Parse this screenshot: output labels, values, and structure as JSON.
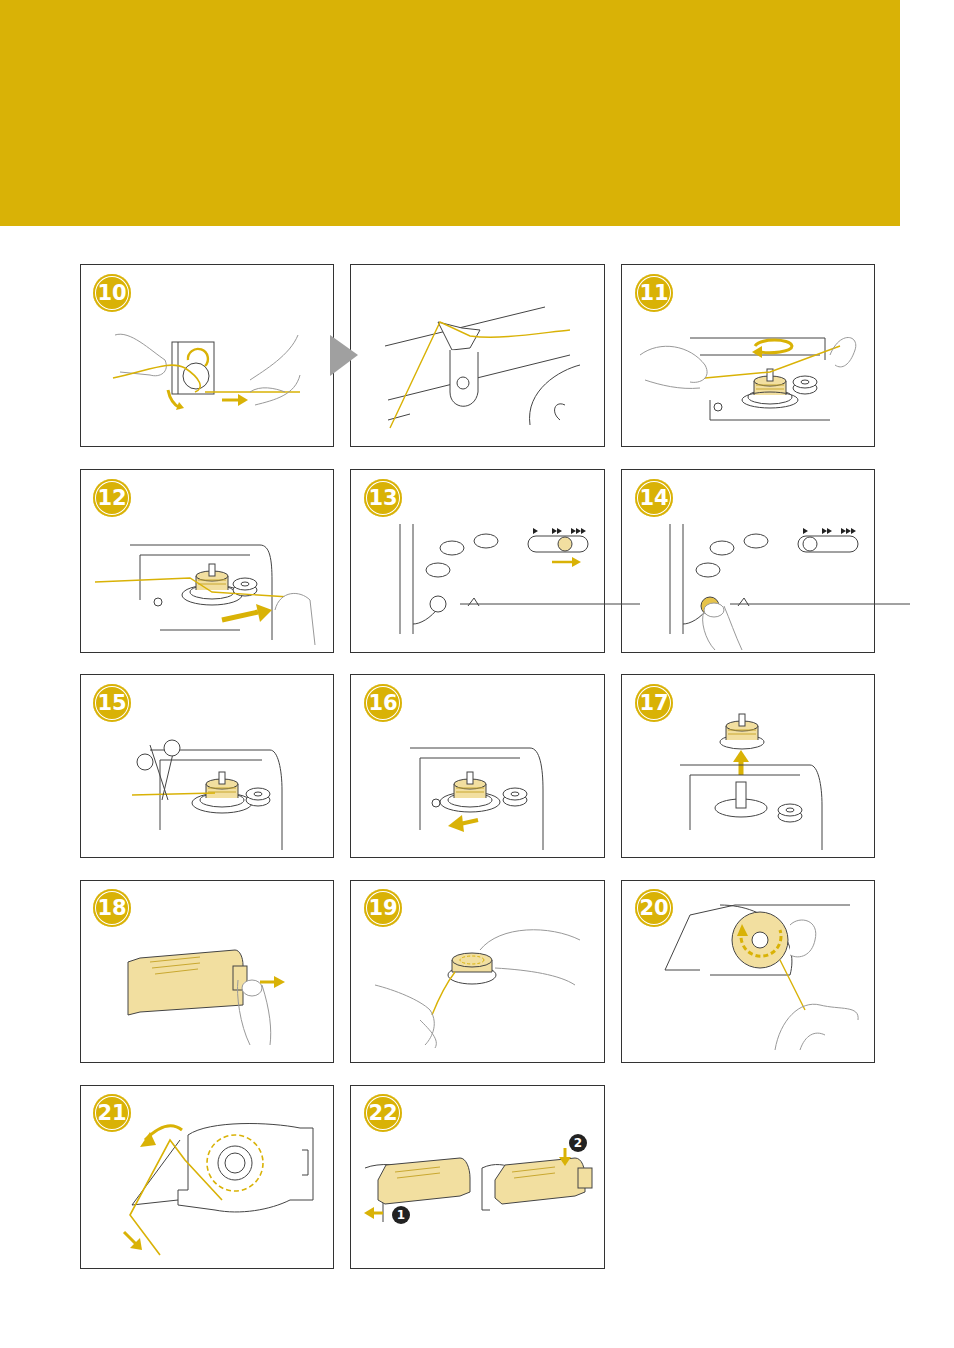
{
  "diagram": {
    "nodes": [
      {
        "text": [
          "10"
        ]
      },
      {
        "text": [
          "11"
        ]
      },
      {
        "text": [
          "12"
        ]
      },
      {
        "text": [
          "13"
        ]
      },
      {
        "text": [
          "14"
        ]
      },
      {
        "text": [
          "15"
        ]
      },
      {
        "text": [
          "16"
        ]
      },
      {
        "text": [
          "17"
        ]
      },
      {
        "text": [
          "18"
        ]
      },
      {
        "text": [
          "19"
        ]
      },
      {
        "text": [
          "20"
        ]
      },
      {
        "text": [
          "21"
        ]
      },
      {
        "text": [
          "22"
        ]
      },
      {
        "text": [
          "1"
        ]
      },
      {
        "text": [
          "2"
        ]
      }
    ]
  }
}
